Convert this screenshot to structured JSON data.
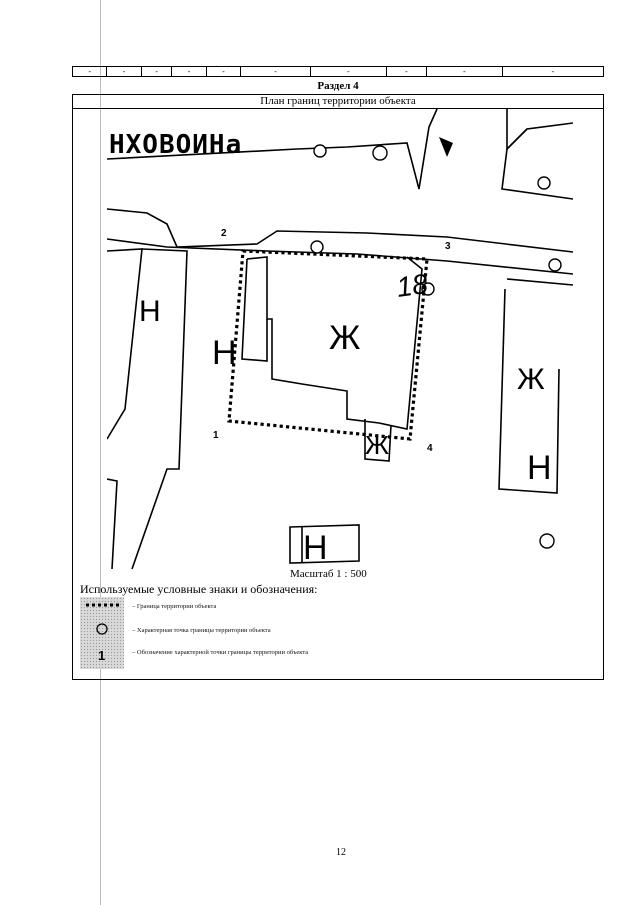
{
  "header_table": {
    "cells": [
      "-",
      "-",
      "-",
      "-",
      "-",
      "-",
      "-",
      "-",
      "-",
      "-"
    ]
  },
  "section": {
    "title": "Раздел 4"
  },
  "plan": {
    "title": "План границ территории объекта",
    "street_name": "НХОВОИНа",
    "house_number": "18",
    "point_labels": [
      "1",
      "2",
      "3",
      "4"
    ],
    "building_labels": {
      "main": "Ж",
      "h": "Н",
      "zh_right": "Ж"
    },
    "scale": "Масштаб 1 : 500"
  },
  "legend": {
    "title": "Используемые условные знаки и обозначения:",
    "sample_number": "1",
    "items": [
      "–  Граница территории объекта",
      "–  Характерная точка границы территории объекта",
      "–  Обозначение характерной точки границы территории объекта"
    ]
  },
  "page": {
    "number": "12"
  }
}
